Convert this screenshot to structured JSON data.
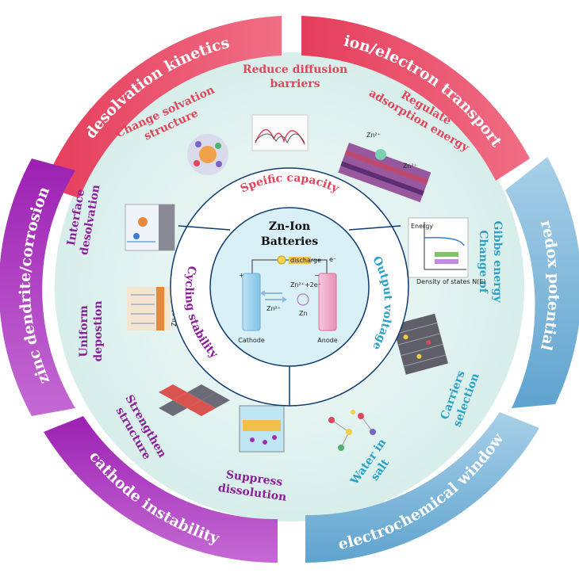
{
  "outer_ring": {
    "desolvation": "desolvation kinetics",
    "transport": "ion/electron transport",
    "redox": "redox potential",
    "window": "electrochemical window",
    "cathode": "cathode instability",
    "zinc": "zinc dendrite/corrosion"
  },
  "strategies": {
    "diffusion_1": "Reduce diffusion",
    "diffusion_2": "barriers",
    "solvation_1": "Change solvation",
    "solvation_2": "structure",
    "adsorption_1": "Regulate",
    "adsorption_2": "adsorption energy",
    "gibbs_1": "Change of",
    "gibbs_2": "Gibbs energy",
    "carriers_1": "Carriers",
    "carriers_2": "selection",
    "water_1": "Water in",
    "water_2": "salt",
    "suppress_1": "Suppress",
    "suppress_2": "dissolution",
    "strengthen_1": "Strengthen",
    "strengthen_2": "structure",
    "uniform_1": "Uniform",
    "uniform_2": "depostion",
    "interface_1": "Interface",
    "interface_2": "desolvation"
  },
  "inner_ring": {
    "capacity": "Speific capacity",
    "voltage": "Output voltage",
    "stability": "Cycling stability"
  },
  "core": {
    "title_1": "Zn-Ion",
    "title_2": "Batteries",
    "cathode": "Cathode",
    "anode": "Anode",
    "zn_ion": "Zn²⁺",
    "reaction": "Zn²⁺+2e⁻",
    "zn": "Zn",
    "plus": "+",
    "minus": "−",
    "electron": "e⁻",
    "discharge": "discharge"
  },
  "figure_labels": {
    "zn2_a": "Zn²⁺",
    "zn2_b": "Zn²⁺",
    "zn_plating": "Zn plating",
    "energy": "Energy",
    "dos": "Density of states N(E)"
  },
  "colors": {
    "red": "#e8495e",
    "purple": "#a02ab5",
    "blue": "#7bb6d8",
    "inner_fill": "#e6f4f2"
  }
}
